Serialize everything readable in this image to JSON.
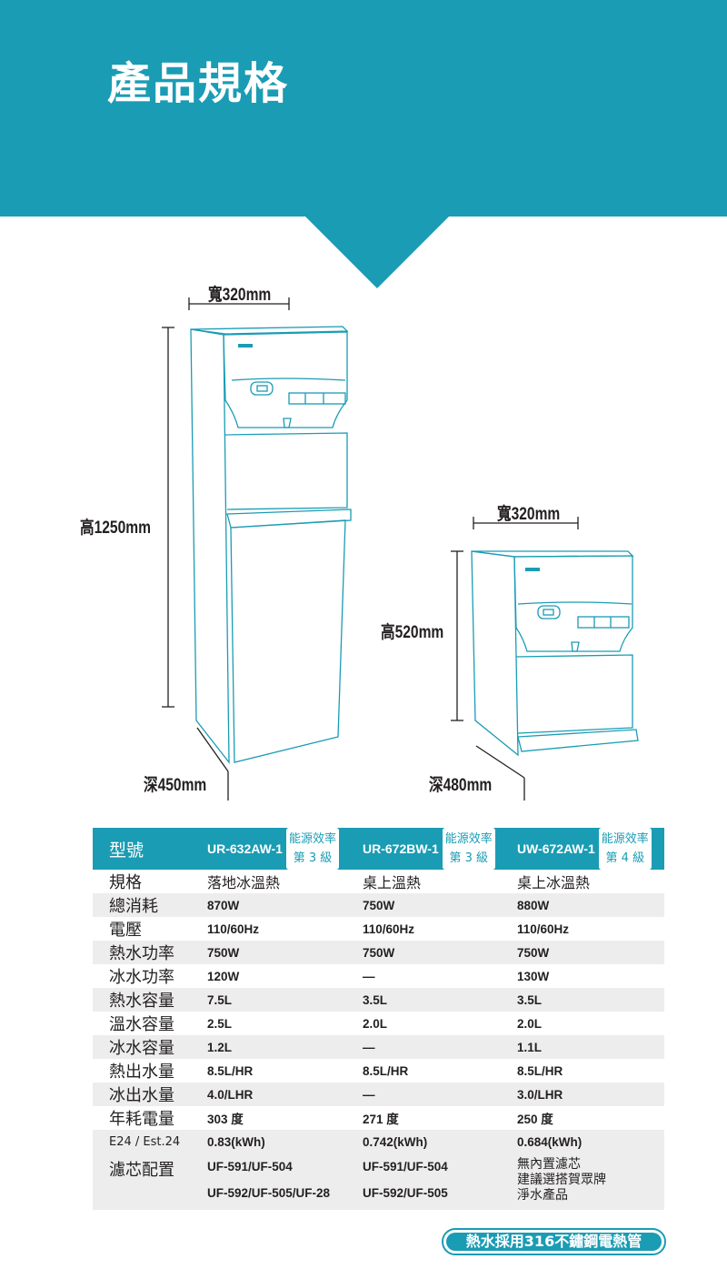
{
  "header": {
    "title": "產品規格"
  },
  "dimensions": {
    "floor_model": {
      "width": "寬320mm",
      "height": "高1250mm",
      "depth": "深450mm"
    },
    "desktop_model": {
      "width": "寬320mm",
      "height": "高520mm",
      "depth": "深480mm"
    }
  },
  "table": {
    "header_label": "型號",
    "models": [
      {
        "name": "UR-632AW-1",
        "badge_line1": "能源效率",
        "badge_line2": "第 3 級"
      },
      {
        "name": "UR-672BW-1",
        "badge_line1": "能源效率",
        "badge_line2": "第 3 級"
      },
      {
        "name": "UW-672AW-1",
        "badge_line1": "能源效率",
        "badge_line2": "第 4 級"
      }
    ],
    "rows": [
      {
        "label": "規格",
        "values": [
          "落地冰溫熱",
          "桌上溫熱",
          "桌上冰溫熱"
        ]
      },
      {
        "label": "總消耗",
        "values": [
          "870W",
          "750W",
          "880W"
        ]
      },
      {
        "label": "電壓",
        "values": [
          "110/60Hz",
          "110/60Hz",
          "110/60Hz"
        ]
      },
      {
        "label": "熱水功率",
        "values": [
          "750W",
          "750W",
          "750W"
        ]
      },
      {
        "label": "冰水功率",
        "values": [
          "120W",
          "—",
          "130W"
        ]
      },
      {
        "label": "熱水容量",
        "values": [
          "7.5L",
          "3.5L",
          "3.5L"
        ]
      },
      {
        "label": "溫水容量",
        "values": [
          "2.5L",
          "2.0L",
          "2.0L"
        ]
      },
      {
        "label": "冰水容量",
        "values": [
          "1.2L",
          "—",
          "1.1L"
        ]
      },
      {
        "label": "熱出水量",
        "values": [
          "8.5L/HR",
          "8.5L/HR",
          "8.5L/HR"
        ]
      },
      {
        "label": "冰出水量",
        "values": [
          "4.0/LHR",
          "—",
          "3.0/LHR"
        ]
      },
      {
        "label": "年耗電量",
        "values": [
          "303 度",
          "271 度",
          "250 度"
        ]
      },
      {
        "label": "E24 / Est.24",
        "values": [
          "0.83(kWh)",
          "0.742(kWh)",
          "0.684(kWh)"
        ]
      }
    ],
    "filter_row": {
      "label": "濾芯配置",
      "col1": [
        "UF-591/UF-504",
        "UF-592/UF-505/UF-28"
      ],
      "col2": [
        "UF-591/UF-504",
        "UF-592/UF-505"
      ],
      "col3": [
        "無內置濾芯",
        "建議選搭賀眾牌",
        "淨水產品"
      ]
    }
  },
  "footer": {
    "pill": "熱水採用316不鏽鋼電熱管"
  },
  "colors": {
    "accent": "#1a9cb4",
    "row_shade": "#ededee",
    "text": "#231f20"
  }
}
